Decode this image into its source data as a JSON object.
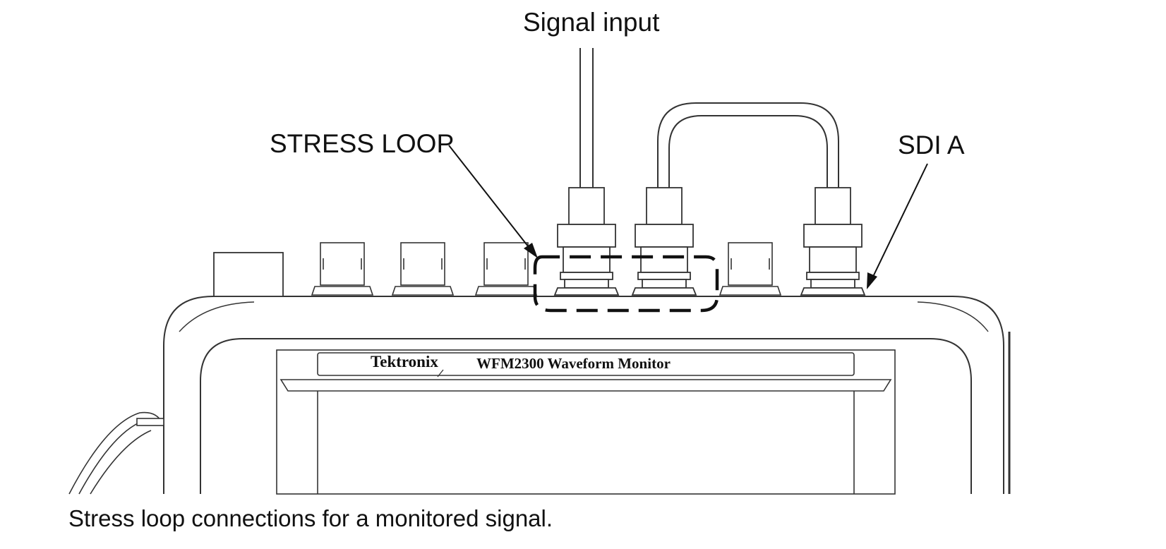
{
  "labels": {
    "signal_input": "Signal input",
    "stress_loop": "STRESS LOOP",
    "sdi_a": "SDI A"
  },
  "device": {
    "brand": "Tektronix",
    "model": "WFM2300 Waveform Monitor"
  },
  "caption": "Stress loop connections for a monitored signal.",
  "colors": {
    "line": "#333333",
    "text": "#111111",
    "background": "#ffffff"
  }
}
